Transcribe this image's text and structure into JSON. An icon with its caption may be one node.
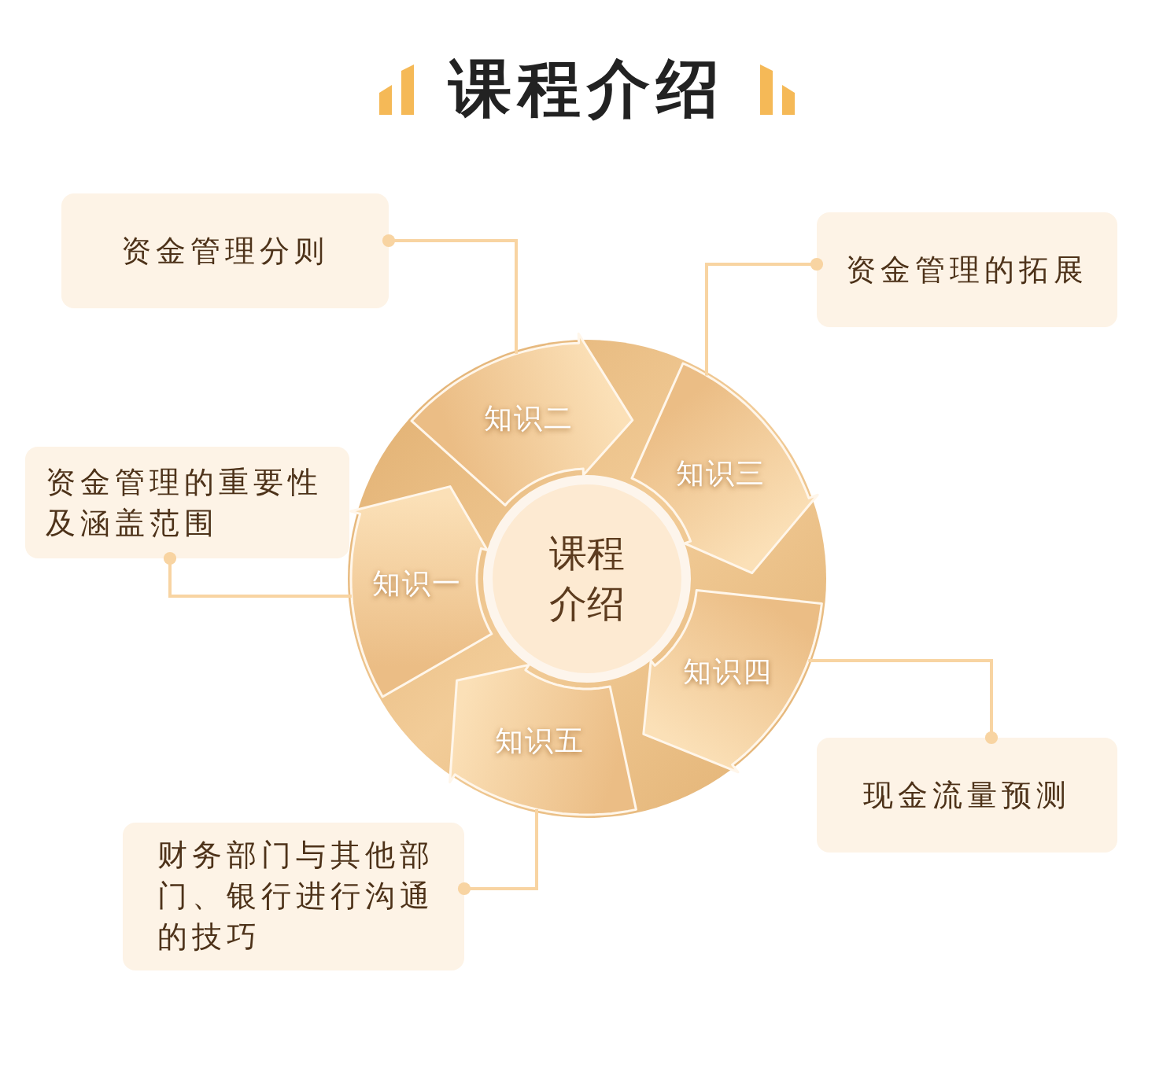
{
  "diagram": {
    "title": "课程介绍",
    "nodes": [
      {
        "text": [
          "课程介绍"
        ]
      },
      {
        "text": [
          "知识一"
        ]
      },
      {
        "text": [
          "知识二"
        ]
      },
      {
        "text": [
          "知识三"
        ]
      },
      {
        "text": [
          "知识四"
        ]
      },
      {
        "text": [
          "知识五"
        ]
      },
      {
        "text": [
          "资金管理分则"
        ]
      },
      {
        "text": [
          "资金管理的拓展"
        ]
      },
      {
        "text": [
          "资金管理的重要性及涵盖范围"
        ]
      },
      {
        "text": [
          "现金流量预测"
        ]
      },
      {
        "text": [
          "财务部门与其他部门、银行进行沟通的技巧"
        ]
      }
    ],
    "edges": [
      {
        "from": 6,
        "to": 2,
        "arrow": "other"
      },
      {
        "from": 7,
        "to": 3,
        "arrow": "other"
      },
      {
        "from": 8,
        "to": 1,
        "arrow": "other"
      },
      {
        "from": 9,
        "to": 4,
        "arrow": "other"
      },
      {
        "from": 10,
        "to": 5,
        "arrow": "other"
      }
    ]
  }
}
